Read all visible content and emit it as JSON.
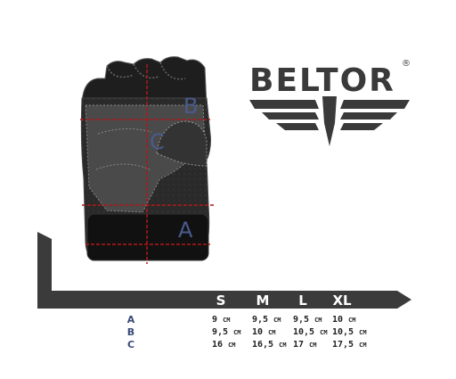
{
  "brand": {
    "name": "BELTOR",
    "registered_mark": "®"
  },
  "glove_diagram": {
    "labels": [
      "B",
      "C",
      "A"
    ]
  },
  "size_table": {
    "headers": [
      "S",
      "M",
      "L",
      "XL"
    ],
    "unit": "CM",
    "rows": [
      {
        "label": "A",
        "values": [
          "9",
          "9,5",
          "9,5",
          "10"
        ]
      },
      {
        "label": "B",
        "values": [
          "9,5",
          "10",
          "10,5",
          "10,5"
        ]
      },
      {
        "label": "C",
        "values": [
          "16",
          "16,5",
          "17",
          "17,5"
        ]
      }
    ]
  },
  "colors": {
    "measure_line": "#b01818",
    "letter": "#4a5a8c",
    "table_band": "#3b3b3b",
    "row_label": "#3a4a78"
  }
}
